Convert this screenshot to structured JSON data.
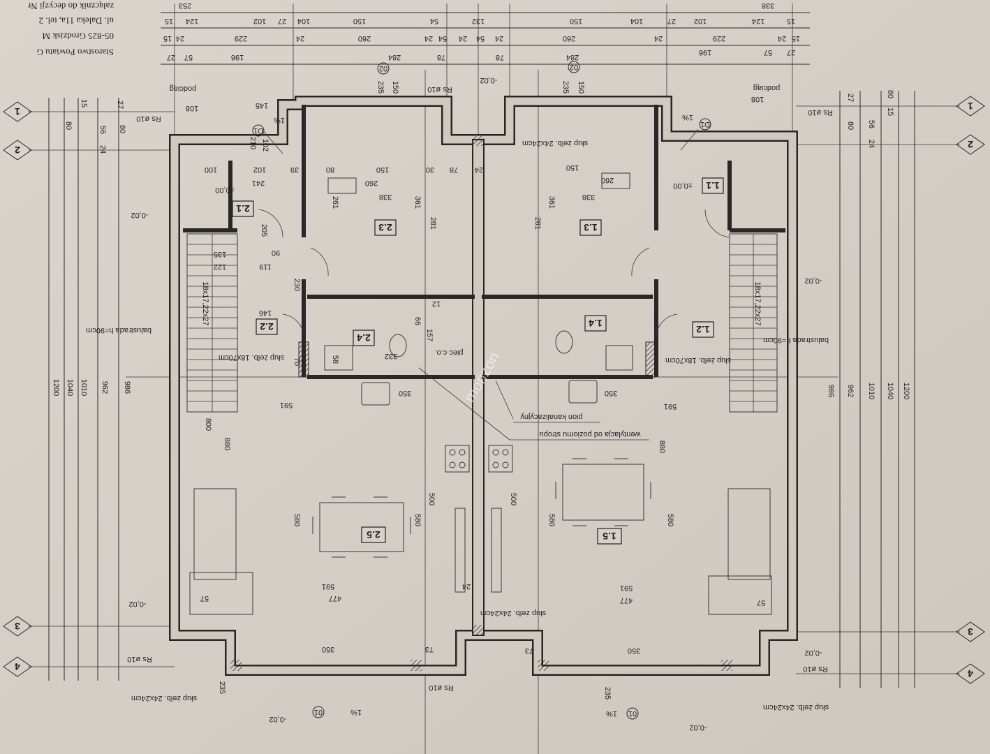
{
  "header_stamp": {
    "office": "Starostwo Powiatu G",
    "address1": "05-825 Grodzisk M",
    "address2": "ul. Daleka 11a, tel. 2",
    "note": "załącznik do decyzji Nr"
  },
  "grid_axes": {
    "a1": "1",
    "a2": "2",
    "a3": "3",
    "a4": "4"
  },
  "rooms": {
    "r21": "2.1",
    "r22": "2.2",
    "r23": "2.3",
    "r24": "2.4",
    "r25": "2.5",
    "r11": "1.1",
    "r12": "1.2",
    "r13": "1.3",
    "r14": "1.4",
    "r15": "1.5"
  },
  "top_dims": {
    "row0": [
      "253",
      "338"
    ],
    "row1": [
      "15",
      "124",
      "102",
      "27",
      "104",
      "150",
      "54",
      "132",
      "150",
      "104",
      "27",
      "102",
      "124",
      "15"
    ],
    "row2": [
      "15",
      "24",
      "229",
      "24",
      "260",
      "24",
      "54",
      "24",
      "54",
      "24",
      "260",
      "24",
      "229",
      "24",
      "15"
    ],
    "row3": [
      "27",
      "57",
      "196",
      "284",
      "78",
      "78",
      "284",
      "196",
      "57",
      "27"
    ]
  },
  "side_dims": {
    "left": [
      "1200",
      "1040",
      "1010",
      "962",
      "986"
    ],
    "right": [
      "986",
      "962",
      "1010",
      "1040",
      "1200"
    ],
    "left_small": [
      "80",
      "80",
      "56",
      "24",
      "15",
      "27"
    ],
    "right_small": [
      "80",
      "80",
      "56",
      "24",
      "15",
      "27"
    ]
  },
  "interior_dims": [
    "241",
    "102",
    "100",
    "150",
    "338",
    "260",
    "261",
    "361",
    "281",
    "150",
    "80",
    "30",
    "78",
    "24",
    "12",
    "205",
    "90",
    "119",
    "135",
    "122",
    "230",
    "146",
    "66",
    "157",
    "332",
    "58",
    "70",
    "350",
    "591",
    "800",
    "880",
    "580",
    "500",
    "477",
    "57",
    "24",
    "73",
    "235",
    "150",
    "210",
    "102",
    "145",
    "108",
    "39"
  ],
  "entries": {
    "e1": "01",
    "e2": "02",
    "d1": "D1"
  },
  "annotations": {
    "ventilation": "wentylacja od poziomu stropu",
    "drain_stack": "pion kanalizacyjny",
    "railing": "balustrada h=90cm",
    "column_24": "słup żelb. 24x24cm",
    "column_18": "słup żelb. 18x70cm",
    "lintel": "podciąg",
    "rebar": "Rs ø10",
    "stairs": "18x17,22x27",
    "level_zero": "±0,00",
    "level_minus": "-0,02",
    "slope": "1%",
    "stove": "piec c.o."
  },
  "watermark": "morizon"
}
